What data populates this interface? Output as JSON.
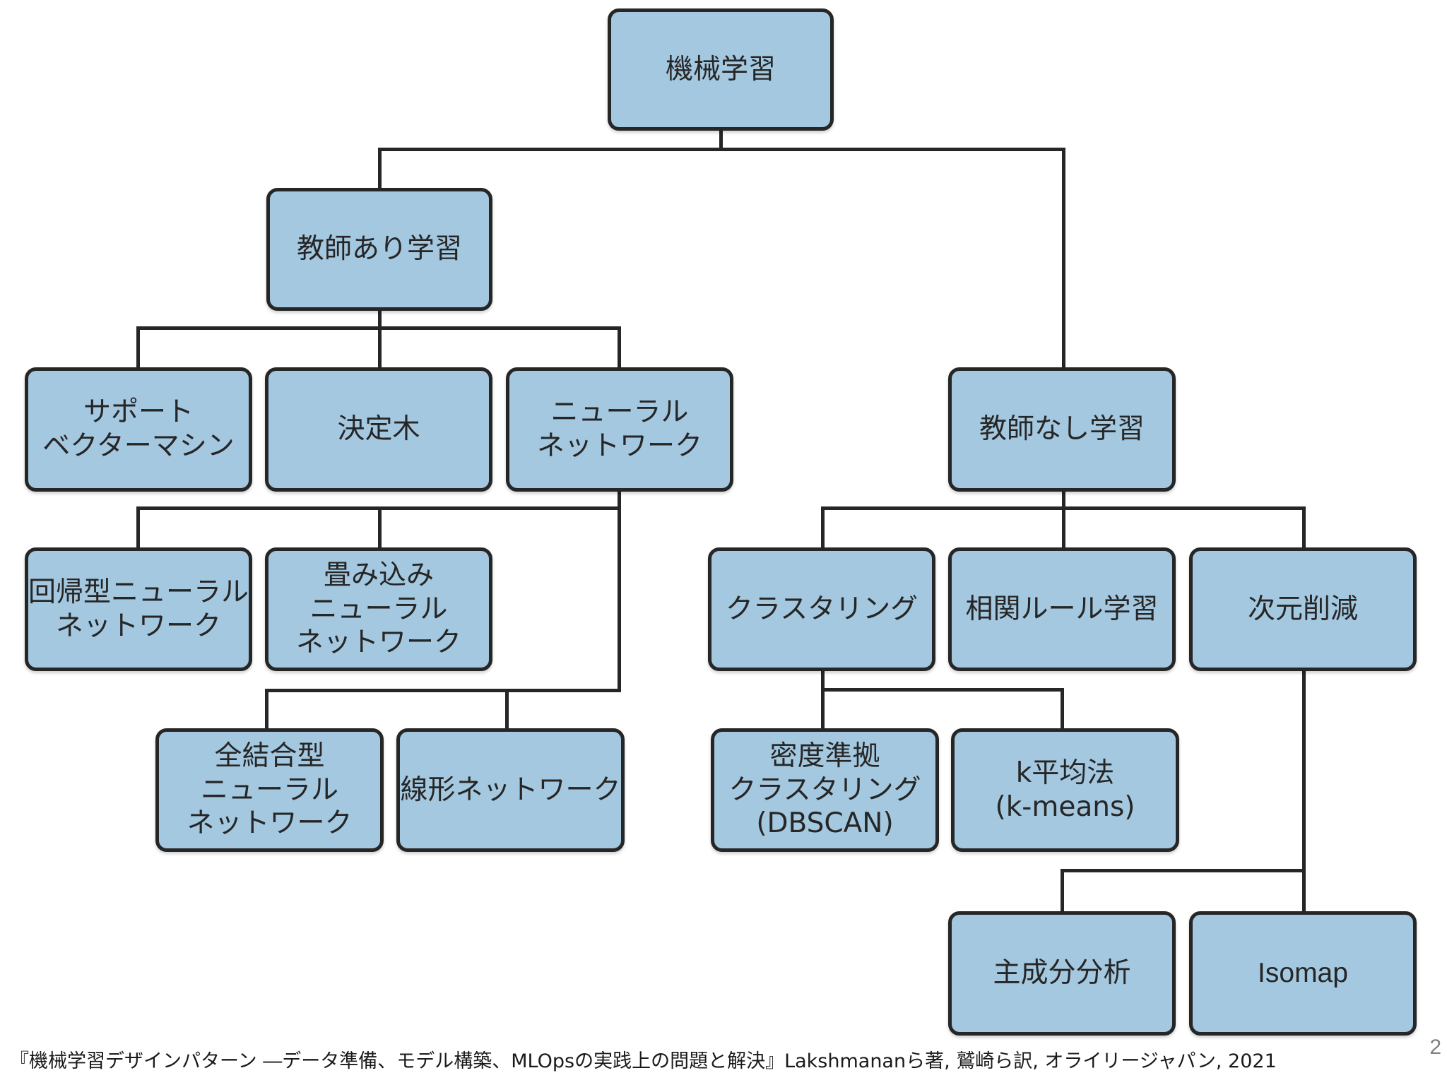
{
  "diagram": {
    "root": {
      "lines": [
        "機械学習"
      ]
    },
    "supervised": {
      "lines": [
        "教師あり学習"
      ]
    },
    "unsupervised": {
      "lines": [
        "教師なし学習"
      ]
    },
    "svm": {
      "lines": [
        "サポート",
        "ベクターマシン"
      ]
    },
    "decision_tree": {
      "lines": [
        "決定木"
      ]
    },
    "neural_network": {
      "lines": [
        "ニューラル",
        "ネットワーク"
      ]
    },
    "rnn": {
      "lines": [
        "回帰型ニューラル",
        "ネットワーク"
      ]
    },
    "cnn": {
      "lines": [
        "畳み込み",
        "ニューラル",
        "ネットワーク"
      ]
    },
    "fully_connected": {
      "lines": [
        "全結合型",
        "ニューラル",
        "ネットワーク"
      ]
    },
    "linear_network": {
      "lines": [
        "線形ネットワーク"
      ]
    },
    "clustering": {
      "lines": [
        "クラスタリング"
      ]
    },
    "association_rule": {
      "lines": [
        "相関ルール学習"
      ]
    },
    "dim_reduction": {
      "lines": [
        "次元削減"
      ]
    },
    "dbscan": {
      "lines": [
        "密度準拠",
        "クラスタリング",
        "(DBSCAN)"
      ]
    },
    "kmeans": {
      "lines": [
        "k平均法",
        "(k-means)"
      ]
    },
    "pca": {
      "lines": [
        "主成分分析"
      ]
    },
    "isomap": {
      "lines": [
        "Isomap"
      ]
    }
  },
  "footer": {
    "citation": "『機械学習デザインパターン ―データ準備、モデル構築、MLOpsの実践上の問題と解決』Lakshmananら著, 鷲崎ら訳, オライリージャパン, 2021"
  },
  "page_number": "2",
  "colors": {
    "node_fill": "#a4c8e0",
    "node_border": "#262626",
    "connector": "#262626"
  }
}
